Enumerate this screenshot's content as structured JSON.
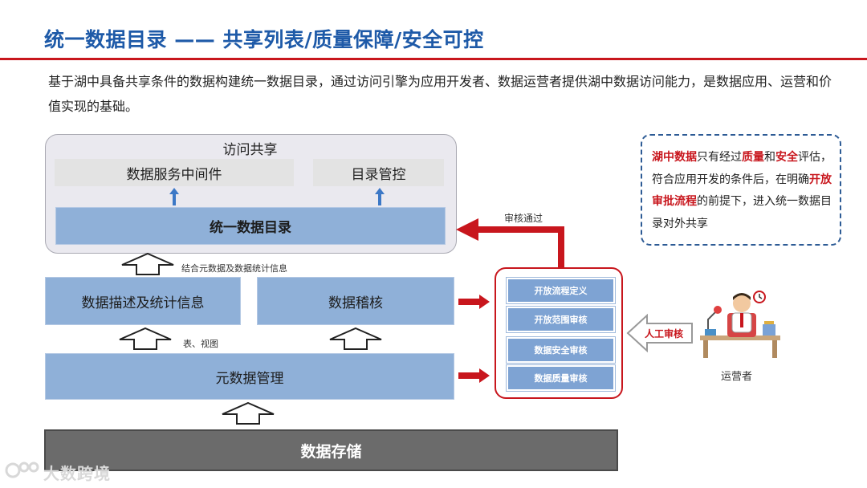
{
  "title": "统一数据目录 —— 共享列表/质量保障/安全可控",
  "intro": "基于湖中具备共享条件的数据构建统一数据目录，通过访问引擎为应用开发者、数据运营者提供湖中数据访问能力，是数据应用、运营和价值实现的基础。",
  "access": {
    "label": "访问共享",
    "middleware": "数据服务中间件",
    "catalog_mgmt": "目录管控",
    "unified_catalog": "统一数据目录"
  },
  "labels": {
    "combine_meta": "结合元数据及数据统计信息",
    "table_view": "表、视图",
    "audit_pass": "审核通过",
    "manual_audit": "人工审核",
    "operator": "运营者"
  },
  "boxes": {
    "data_desc": "数据描述及统计信息",
    "data_audit": "数据稽核",
    "metadata_mgmt": "元数据管理",
    "storage": "数据存储"
  },
  "audit_items": [
    "开放流程定义",
    "开放范围审核",
    "数据安全审核",
    "数据质量审核"
  ],
  "note": {
    "t1": "湖中数据",
    "t2": "只有经过",
    "t3": "质量",
    "t4": "和",
    "t5": "安全",
    "t6": "评估，符合应用开发的条件后，在明确",
    "t7": "开放审批流程",
    "t8": "的前提下，进入统一数据目录对外共享"
  },
  "watermark": "大数跨境",
  "colors": {
    "title": "#1e5aa8",
    "accent_red": "#c8161d",
    "box_blue": "#8fb0d8"
  }
}
